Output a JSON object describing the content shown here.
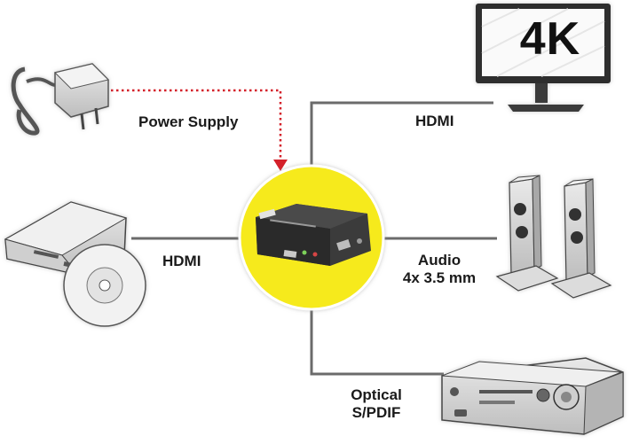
{
  "labels": {
    "power_supply": "Power Supply",
    "hdmi_output": "HDMI",
    "hdmi_input": "HDMI",
    "audio_line1": "Audio",
    "audio_line2": "4x 3.5 mm",
    "optical_line1": "Optical",
    "optical_line2": "S/PDIF",
    "monitor_badge": "4K"
  },
  "colors": {
    "hub_circle": "#f6ea1f",
    "connector_line": "#6b6b6b",
    "power_line": "#d4202a",
    "device_outline": "#3a3a3a"
  },
  "icons": {
    "source": "bluray-player-icon",
    "power": "power-adapter-icon",
    "monitor": "monitor-icon",
    "speakers": "speakers-icon",
    "receiver": "av-receiver-icon",
    "hub": "audio-extractor-icon"
  }
}
